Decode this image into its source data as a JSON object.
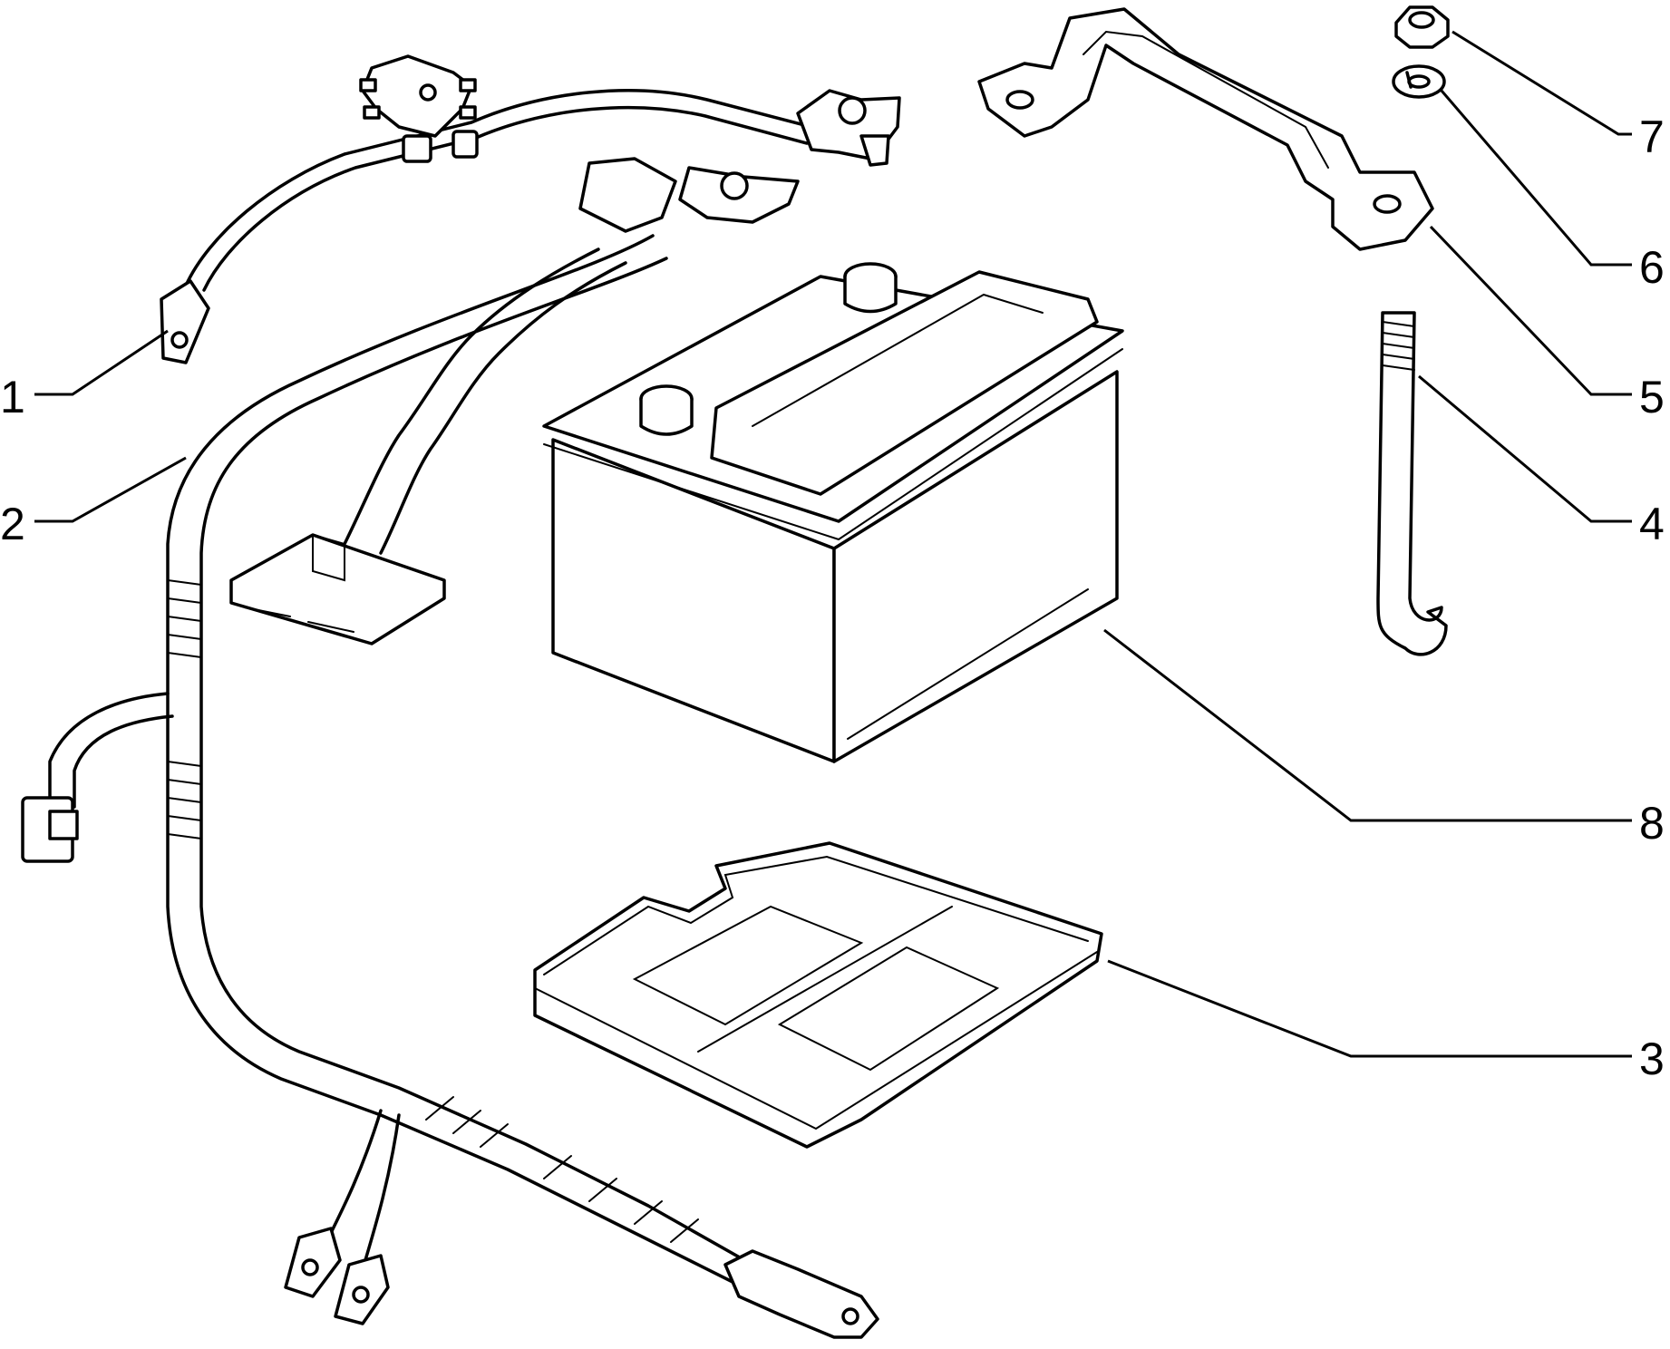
{
  "callouts": [
    {
      "number": "1"
    },
    {
      "number": "2"
    },
    {
      "number": "3"
    },
    {
      "number": "4"
    },
    {
      "number": "5"
    },
    {
      "number": "6"
    },
    {
      "number": "7"
    },
    {
      "number": "8"
    }
  ],
  "colors": {
    "line": "#000000",
    "background": "#ffffff"
  }
}
